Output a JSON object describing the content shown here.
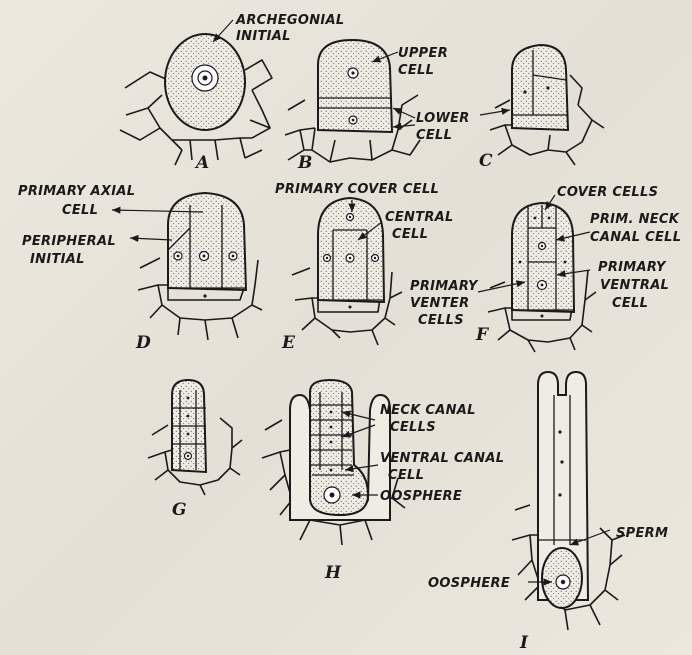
{
  "figure_labels": {
    "A": "A",
    "B": "B",
    "C": "C",
    "D": "D",
    "E": "E",
    "F": "F",
    "G": "G",
    "H": "H",
    "I": "I"
  },
  "annotations": {
    "archegonial_initial_1": "ARCHEGONIAL",
    "archegonial_initial_2": "INITIAL",
    "upper_cell_1": "UPPER",
    "upper_cell_2": "CELL",
    "lower_cell_1": "LOWER",
    "lower_cell_2": "CELL",
    "primary_axial_1": "PRIMARY AXIAL",
    "primary_axial_2": "CELL",
    "peripheral_1": "PERIPHERAL",
    "peripheral_2": "INITIAL",
    "primary_cover_cell": "PRIMARY COVER CELL",
    "central_cell_1": "CENTRAL",
    "central_cell_2": "CELL",
    "cover_cells": "COVER CELLS",
    "prim_neck_1": "PRIM. NECK",
    "prim_neck_2": "CANAL CELL",
    "primary_ventral_1": "PRIMARY",
    "primary_ventral_2": "VENTRAL",
    "primary_ventral_3": "CELL",
    "primary_venter_1": "PRIMARY",
    "primary_venter_2": "VENTER",
    "primary_venter_3": "CELLS",
    "neck_canal_1": "NECK CANAL",
    "neck_canal_2": "CELLS",
    "ventral_canal_1": "VENTRAL CANAL",
    "ventral_canal_2": "CELL",
    "oosphere_h": "OOSPHERE",
    "sperm": "SPERM",
    "oosphere_i": "OOSPHERE"
  },
  "colors": {
    "ink": "#1a1a1a",
    "paper": "#e8e4da",
    "stipple": "#3a3a3a"
  }
}
